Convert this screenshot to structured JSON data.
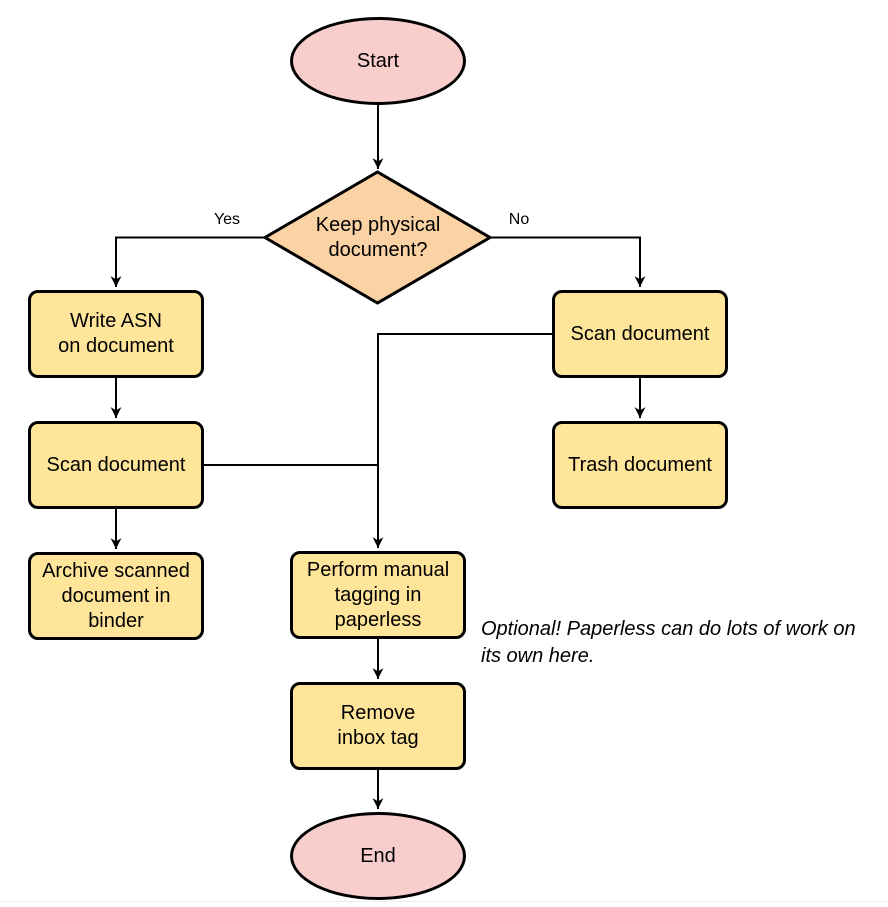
{
  "colors": {
    "terminator_fill": "#f8cecc",
    "decision_fill": "#fbd2a4",
    "process_fill": "#ffe59a",
    "shape_stroke": "#000000",
    "connector_stroke": "#000000"
  },
  "nodes": {
    "start": {
      "label": "Start"
    },
    "decision": {
      "label": "Keep physical\ndocument?"
    },
    "write_asn": {
      "label": "Write ASN\non document"
    },
    "scan_left": {
      "label": "Scan document"
    },
    "archive": {
      "label": "Archive scanned\ndocument in\nbinder"
    },
    "scan_right": {
      "label": "Scan document"
    },
    "trash": {
      "label": "Trash document"
    },
    "tagging": {
      "label": "Perform manual\ntagging in\npaperless"
    },
    "remove_inbox": {
      "label": "Remove\ninbox tag"
    },
    "end": {
      "label": "End"
    }
  },
  "edge_labels": {
    "yes": "Yes",
    "no": "No"
  },
  "note": "Optional! Paperless can do lots of work on\nits own here.",
  "edges": [
    {
      "from": "start",
      "to": "decision",
      "label": ""
    },
    {
      "from": "decision",
      "to": "write_asn",
      "label": "Yes"
    },
    {
      "from": "decision",
      "to": "scan_right",
      "label": "No"
    },
    {
      "from": "write_asn",
      "to": "scan_left",
      "label": ""
    },
    {
      "from": "scan_left",
      "to": "archive",
      "label": ""
    },
    {
      "from": "scan_left",
      "to": "tagging",
      "label": ""
    },
    {
      "from": "scan_right",
      "to": "trash",
      "label": ""
    },
    {
      "from": "scan_right",
      "to": "tagging",
      "label": ""
    },
    {
      "from": "tagging",
      "to": "remove_inbox",
      "label": ""
    },
    {
      "from": "remove_inbox",
      "to": "end",
      "label": ""
    }
  ]
}
